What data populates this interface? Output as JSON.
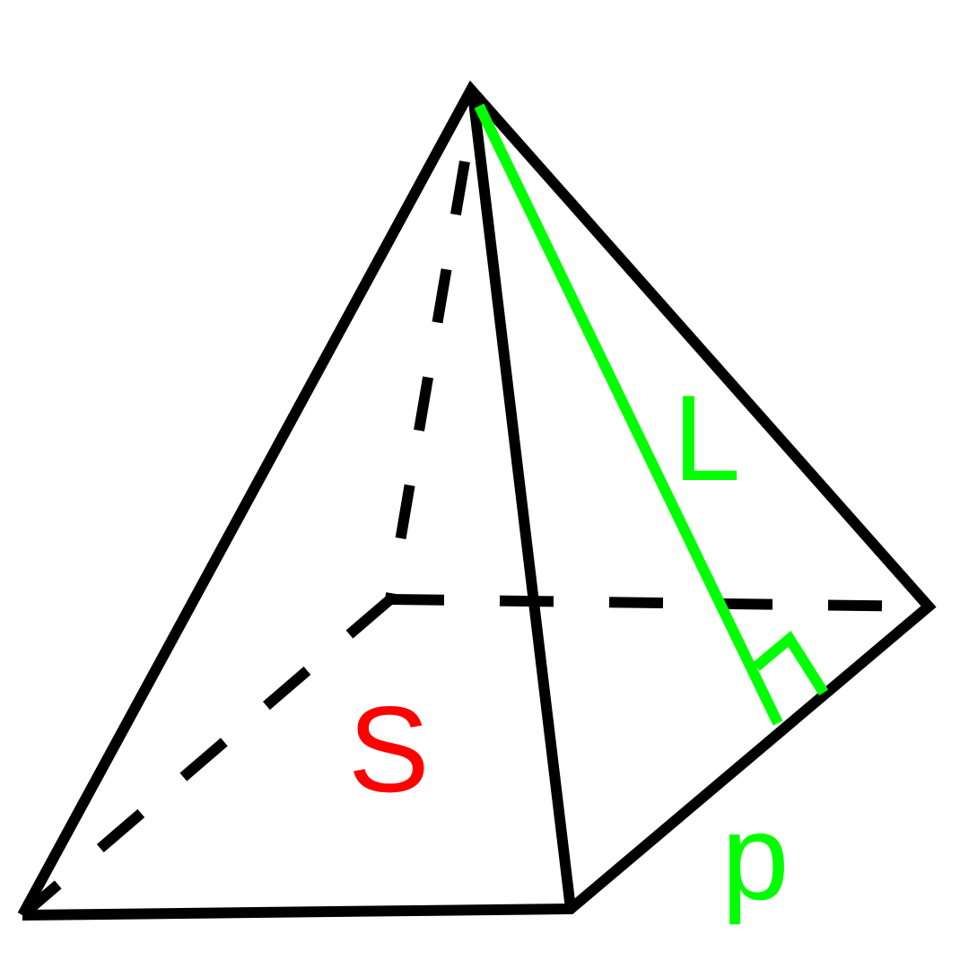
{
  "diagram": {
    "labels": {
      "slant_height": "L",
      "base_area": "S",
      "perimeter": "p"
    },
    "colors": {
      "edges": "#000000",
      "slant_height": "#00ff00",
      "right_angle_mark": "#00ff00",
      "base_area_label": "#ff0000",
      "perimeter_label": "#00ff00",
      "background": "#ffffff"
    }
  }
}
